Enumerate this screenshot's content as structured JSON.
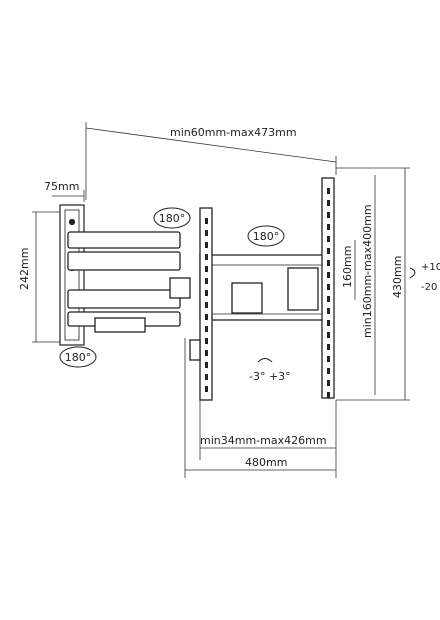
{
  "diagram": {
    "dimensions": {
      "arm_extension": "min60mm-max473mm",
      "wall_plate_width": "75mm",
      "wall_plate_height": "242mm",
      "vesa_vertical": "min160mm-max400mm",
      "bracket_height": "430mm",
      "wall_plate_slot": "160mm",
      "vesa_horizontal": "min34mm-max426mm",
      "total_width": "480mm"
    },
    "rotation_badges": {
      "swivel_top_left": "180°",
      "swivel_top_right": "180°",
      "swivel_bottom_left": "180°"
    },
    "tilt": {
      "up": "+10",
      "down": "-20"
    },
    "level_adjust": "-3° +3°"
  }
}
